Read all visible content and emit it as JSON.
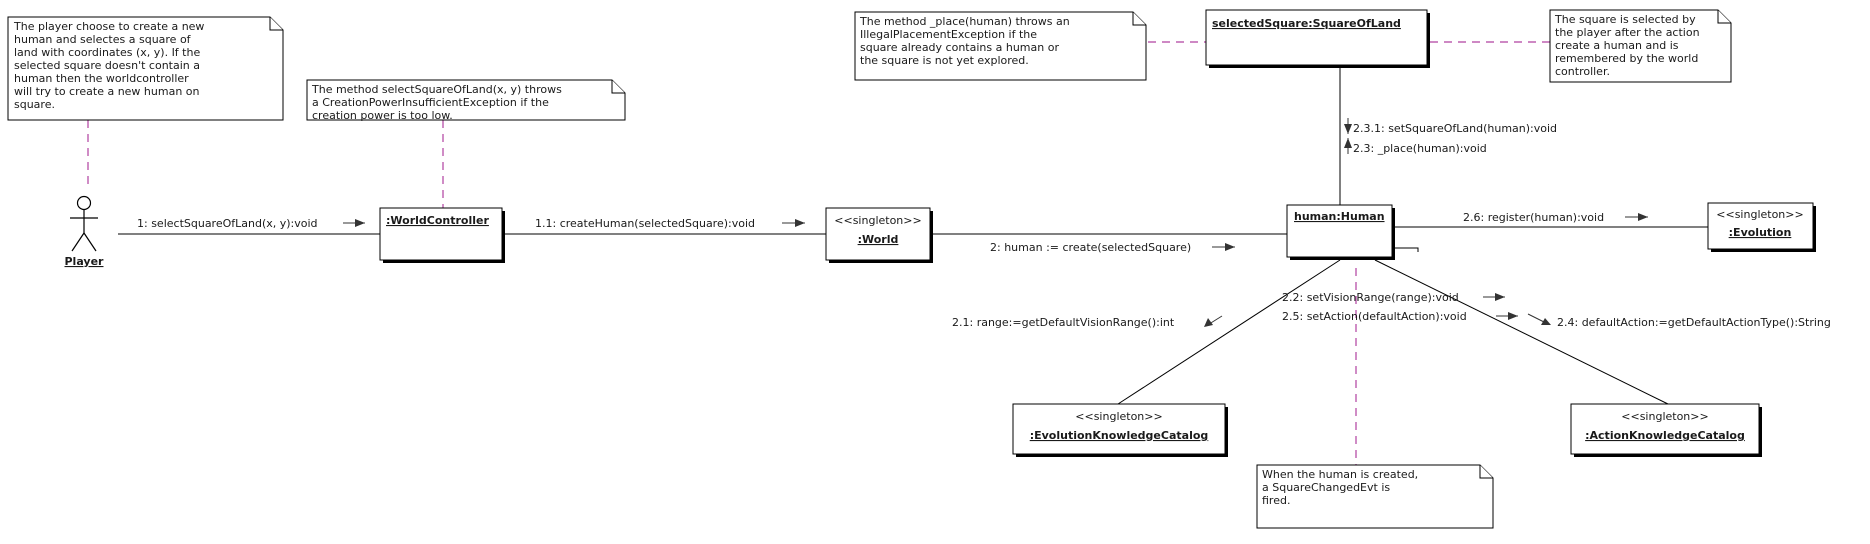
{
  "actor": {
    "name": "Player"
  },
  "objects": {
    "world_controller": {
      "name": ":WorldController"
    },
    "world": {
      "stereotype": "<<singleton>>",
      "name": ":World"
    },
    "human": {
      "name": "human:Human"
    },
    "selected_square": {
      "name": "selectedSquare:SquareOfLand"
    },
    "evolution": {
      "stereotype": "<<singleton>>",
      "name": ":Evolution"
    },
    "evolution_catalog": {
      "stereotype": "<<singleton>>",
      "name": ":EvolutionKnowledgeCatalog"
    },
    "action_catalog": {
      "stereotype": "<<singleton>>",
      "name": ":ActionKnowledgeCatalog"
    }
  },
  "notes": {
    "player_note": {
      "lines": [
        "The player choose to create a new",
        "human and selectes a square of",
        "land with coordinates (x, y). If the",
        "selected square doesn't contain a",
        "human then the worldcontroller",
        "will try to create a new human on",
        "square."
      ]
    },
    "controller_note": {
      "lines": [
        "The method selectSquareOfLand(x, y) throws",
        "a CreationPowerInsufficientException if the",
        "creation power is too low."
      ]
    },
    "place_note": {
      "lines": [
        "The method _place(human) throws an",
        "IllegalPlacementException if the",
        "square already contains a human or",
        "the square is not yet explored."
      ]
    },
    "square_note": {
      "lines": [
        "The square is selected by",
        "the player after the action",
        "create a human and is",
        "remembered by the world",
        "controller."
      ]
    },
    "event_note": {
      "lines": [
        "When the human is created,",
        "a SquareChangedEvt is",
        "fired."
      ]
    }
  },
  "messages": {
    "m1": "1: selectSquareOfLand(x, y):void",
    "m1_1": "1.1: createHuman(selectedSquare):void",
    "m2": "2: human := create(selectedSquare)",
    "m2_3_1": "2.3.1: setSquareOfLand(human):void",
    "m2_3": "2.3: _place(human):void",
    "m2_6": "2.6: register(human):void",
    "m2_2": "2.2: setVisionRange(range):void",
    "m2_5": "2.5: setAction(defaultAction):void",
    "m2_1": "2.1: range:=getDefaultVisionRange():int",
    "m2_4": "2.4: defaultAction:=getDefaultActionType():String"
  },
  "colors": {
    "line": "#000000",
    "note_anchor": "#b040a0",
    "text": "#1a1a1a"
  }
}
